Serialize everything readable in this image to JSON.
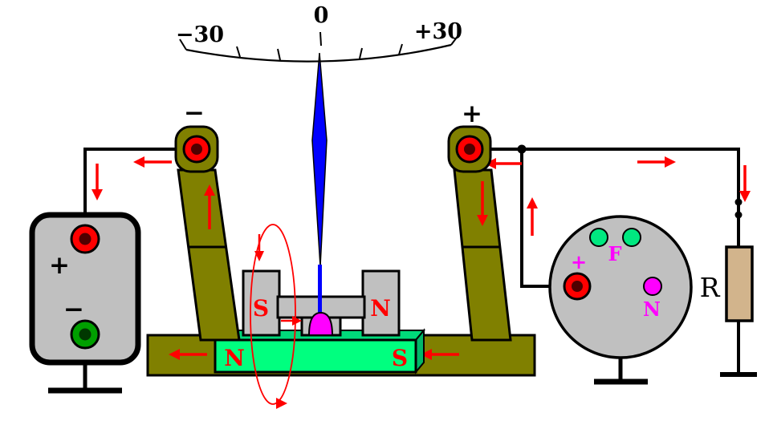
{
  "scale": {
    "left": "−30",
    "center": "0",
    "right": "+30"
  },
  "meter": {
    "negative_terminal": "−",
    "positive_terminal": "+",
    "core": {
      "left_pole": "S",
      "right_pole": "N"
    },
    "bar_magnet": {
      "left_pole": "N",
      "right_pole": "S"
    }
  },
  "battery": {
    "positive": "+",
    "negative": "−"
  },
  "plug": {
    "positive": "+",
    "field": "F",
    "neutral": "N"
  },
  "resistor": {
    "label": "R"
  },
  "colors": {
    "wire": "#000000",
    "current_arrow": "#ff0000",
    "needle": "#0000ff",
    "post_olive": "#808000",
    "bar_magnet_green": "#00ff7f",
    "metal_gray": "#c0c0c0",
    "magenta": "#ff00ff",
    "terminal_red": "#ff0000",
    "terminal_green": "#00a000",
    "socket_green": "#00e880",
    "resistor_tan": "#d2b48c"
  }
}
